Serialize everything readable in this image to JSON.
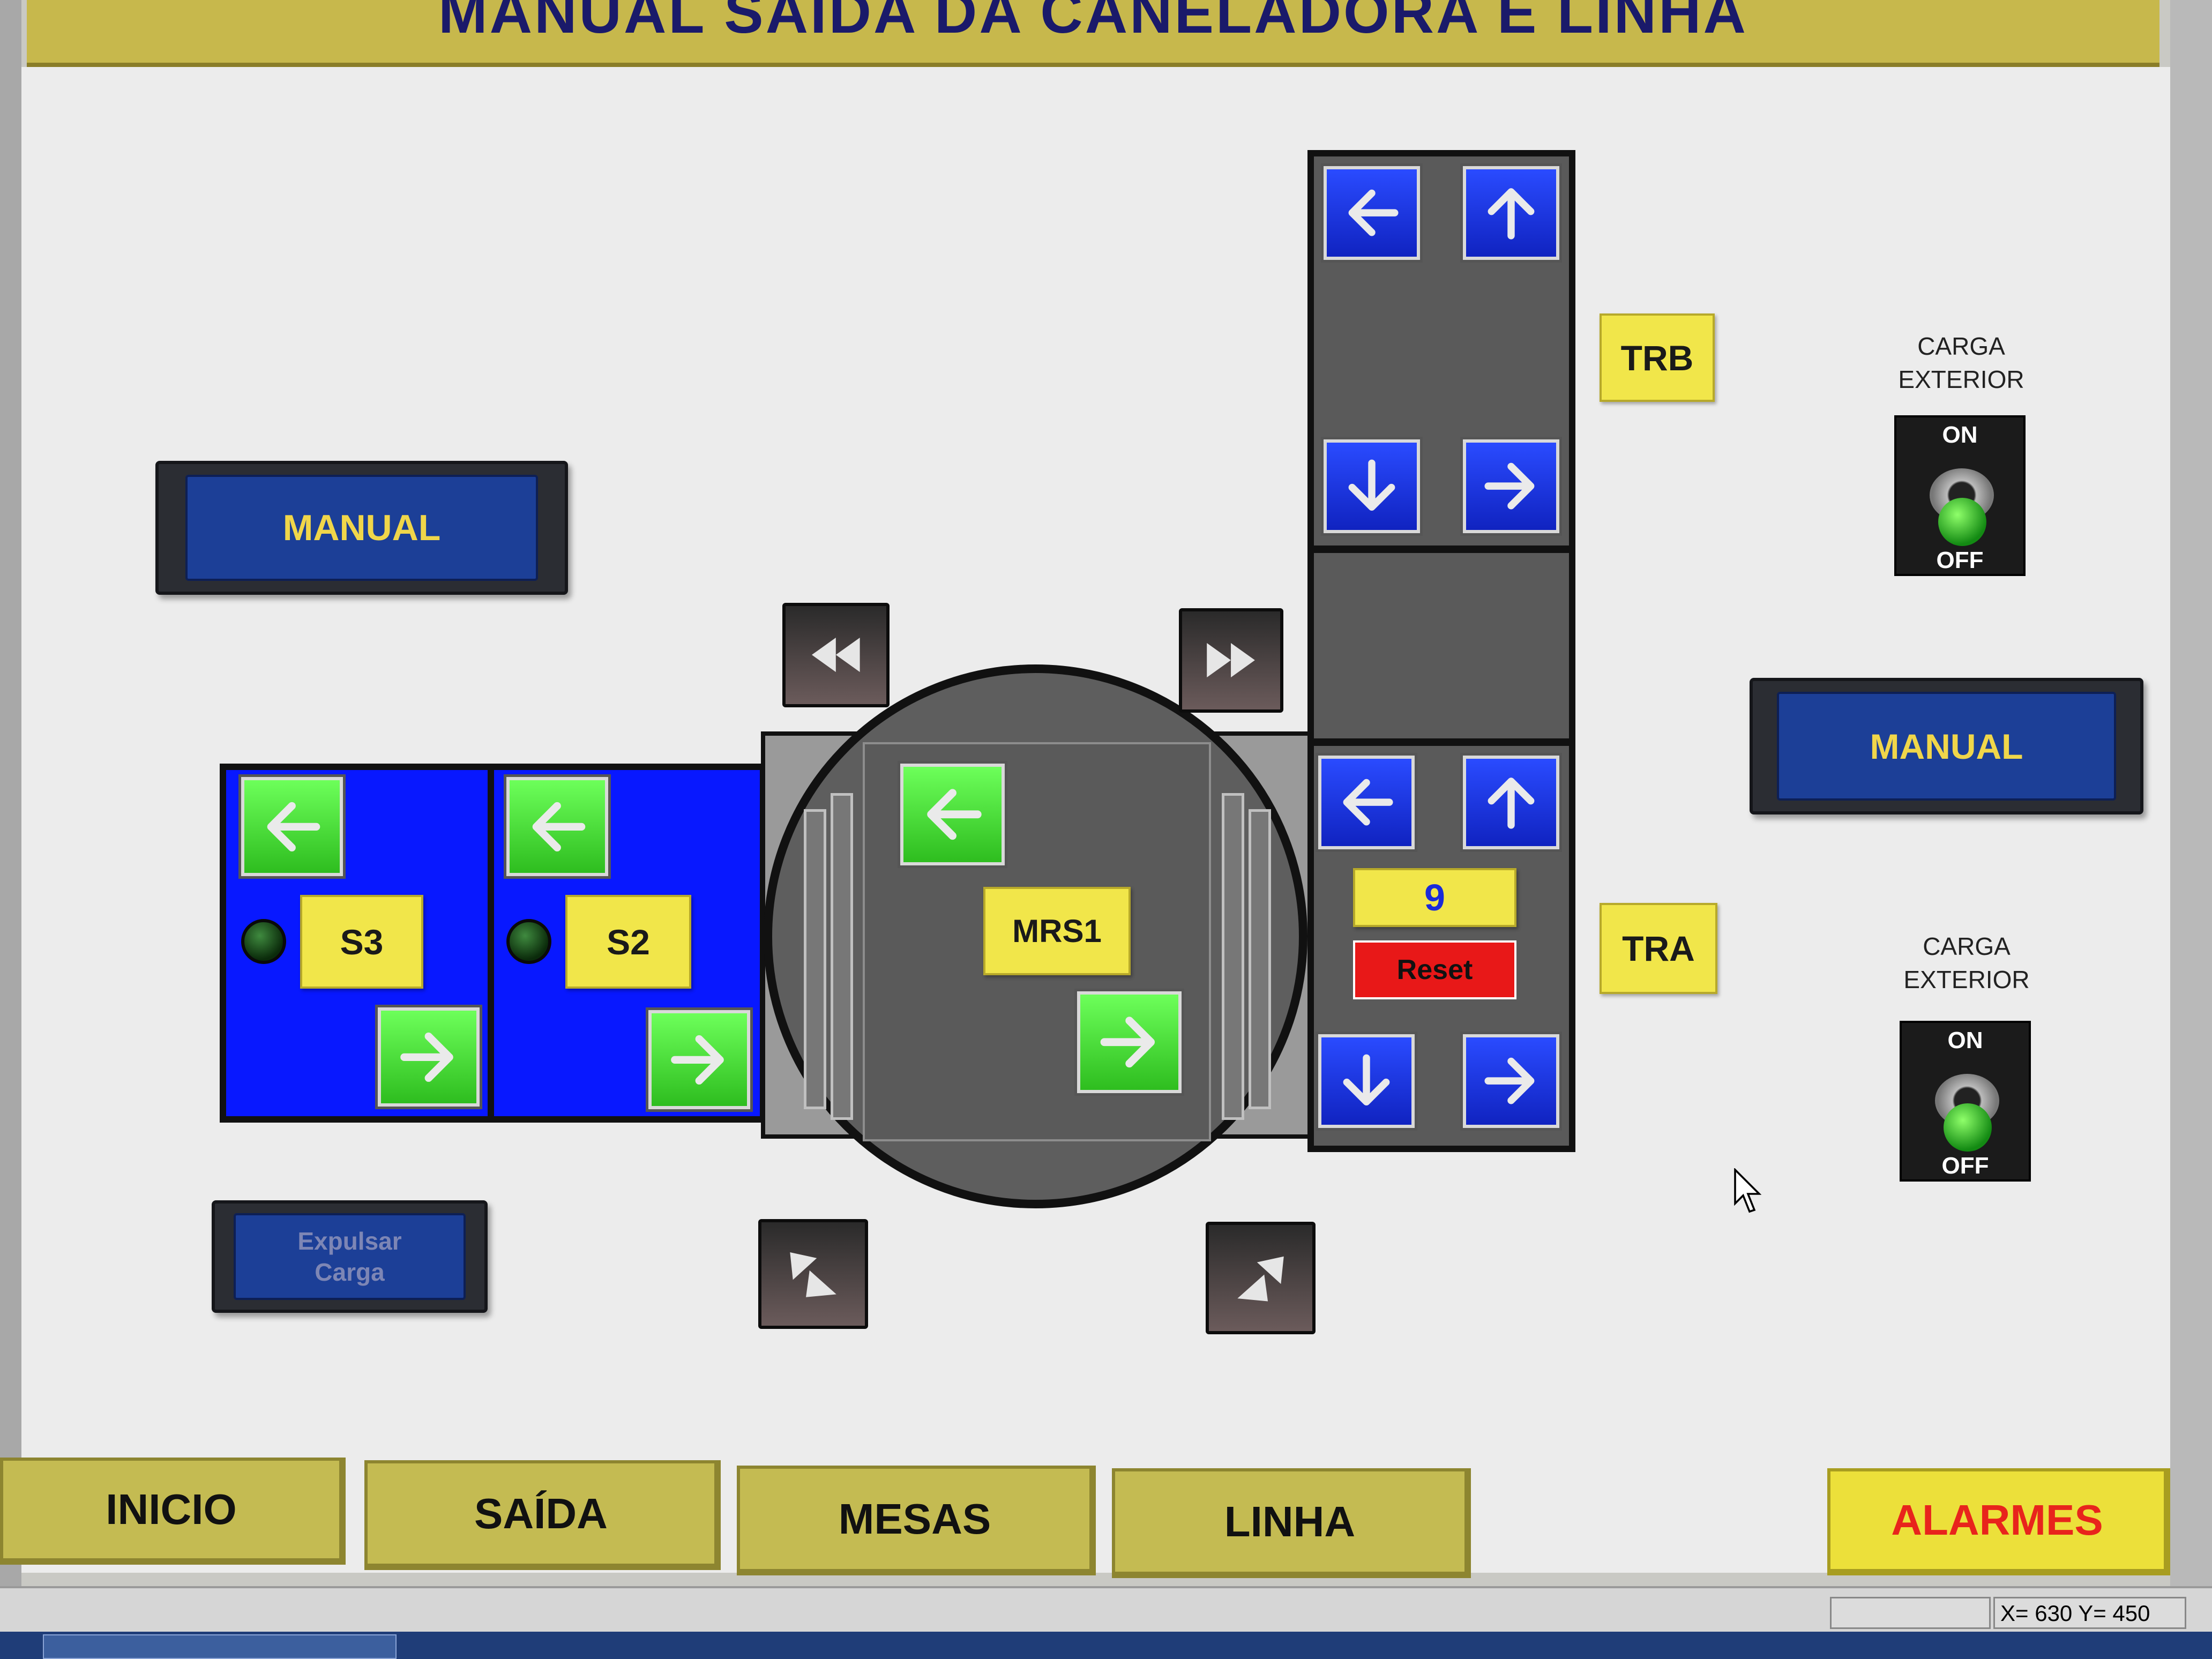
{
  "header": {
    "title": "MANUAL SAÍDA DA CANELADORA E LINHA"
  },
  "left": {
    "manual_label": "MANUAL",
    "expulsar_label": "Expulsar\nCarga",
    "s3_label": "S3",
    "s2_label": "S2"
  },
  "center": {
    "mrs1_label": "MRS1"
  },
  "right": {
    "trb_label": "TRB",
    "tra_label": "TRA",
    "counter_value": "9",
    "reset_label": "Reset",
    "manual_label": "MANUAL",
    "carga_top": {
      "title": "CARGA\nEXTERIOR",
      "on": "ON",
      "off": "OFF"
    },
    "carga_bottom": {
      "title": "CARGA\nEXTERIOR",
      "on": "ON",
      "off": "OFF"
    }
  },
  "nav": {
    "inicio": "INICIO",
    "saida": "SAÍDA",
    "mesas": "MESAS",
    "linha": "LINHA",
    "alarmes": "ALARMES"
  },
  "status": {
    "coords": "X= 630 Y= 450"
  },
  "colors": {
    "alarm_text": "#e8241c",
    "button_text": "#f0d64a",
    "panel_blue": "#0818ff"
  }
}
